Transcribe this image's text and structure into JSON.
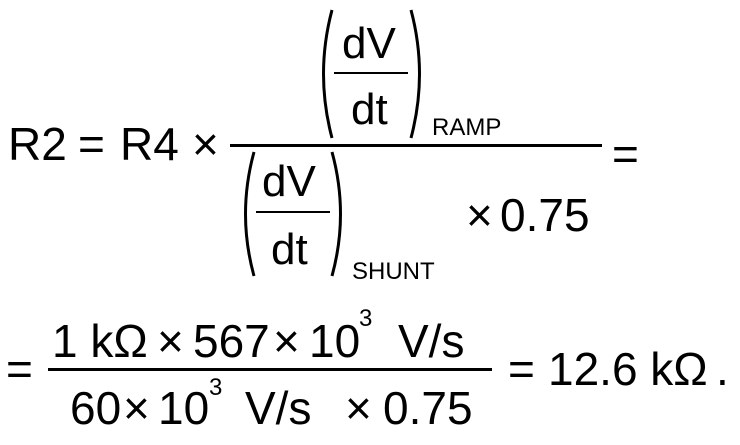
{
  "equation1": {
    "lhs": "R2",
    "eq": "=",
    "r4": "R4",
    "times": "×",
    "dv": "dV",
    "dt": "dt",
    "sub_ramp": "RAMP",
    "sub_shunt": "SHUNT",
    "factor": "0.75",
    "trailing_eq": "="
  },
  "equation2": {
    "eq": "=",
    "num_a": "1 kΩ",
    "times": "×",
    "num_b": "567",
    "ten": "10",
    "exp": "3",
    "unit": "V/s",
    "den_a": "60",
    "factor": "0.75",
    "result": "12.6 kΩ",
    "period": "."
  }
}
